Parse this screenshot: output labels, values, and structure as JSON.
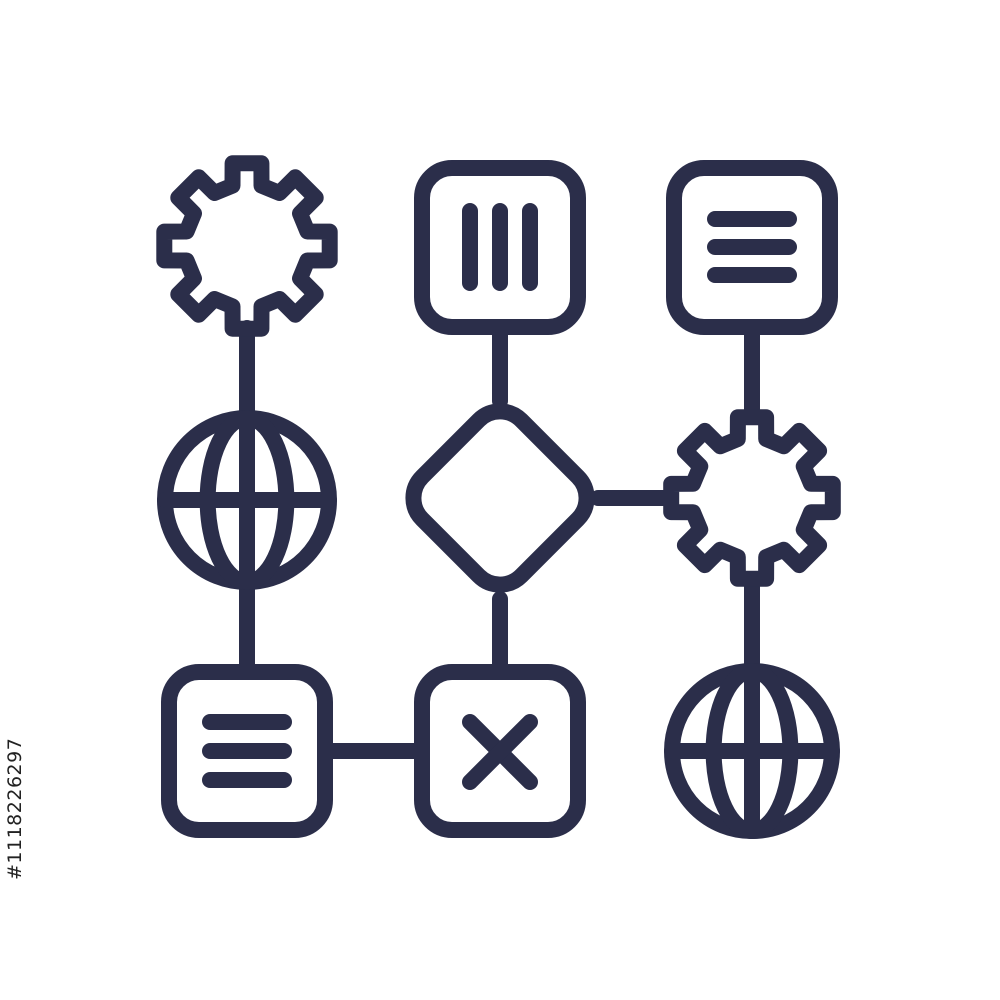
{
  "colors": {
    "stroke": "#2b2e4a",
    "background": "#ffffff"
  },
  "watermark": {
    "stock_id": "#1118226297"
  },
  "diagram": {
    "nodes": [
      {
        "id": "gear-top-left",
        "icon": "gear-icon"
      },
      {
        "id": "box-top-middle",
        "icon": "vertical-bars-icon"
      },
      {
        "id": "box-top-right",
        "icon": "lines-icon"
      },
      {
        "id": "globe-middle-left",
        "icon": "globe-icon"
      },
      {
        "id": "diamond-center",
        "icon": "decision-diamond-icon"
      },
      {
        "id": "gear-middle-right",
        "icon": "gear-icon"
      },
      {
        "id": "box-bottom-left",
        "icon": "lines-icon"
      },
      {
        "id": "box-bottom-middle",
        "icon": "close-x-icon"
      },
      {
        "id": "globe-bottom-right",
        "icon": "globe-icon"
      }
    ],
    "edges": [
      [
        "gear-top-left",
        "globe-middle-left"
      ],
      [
        "globe-middle-left",
        "box-bottom-left"
      ],
      [
        "box-bottom-left",
        "box-bottom-middle"
      ],
      [
        "box-top-middle",
        "diamond-center"
      ],
      [
        "diamond-center",
        "box-bottom-middle"
      ],
      [
        "diamond-center",
        "gear-middle-right"
      ],
      [
        "box-top-right",
        "gear-middle-right"
      ],
      [
        "gear-middle-right",
        "globe-bottom-right"
      ]
    ]
  }
}
